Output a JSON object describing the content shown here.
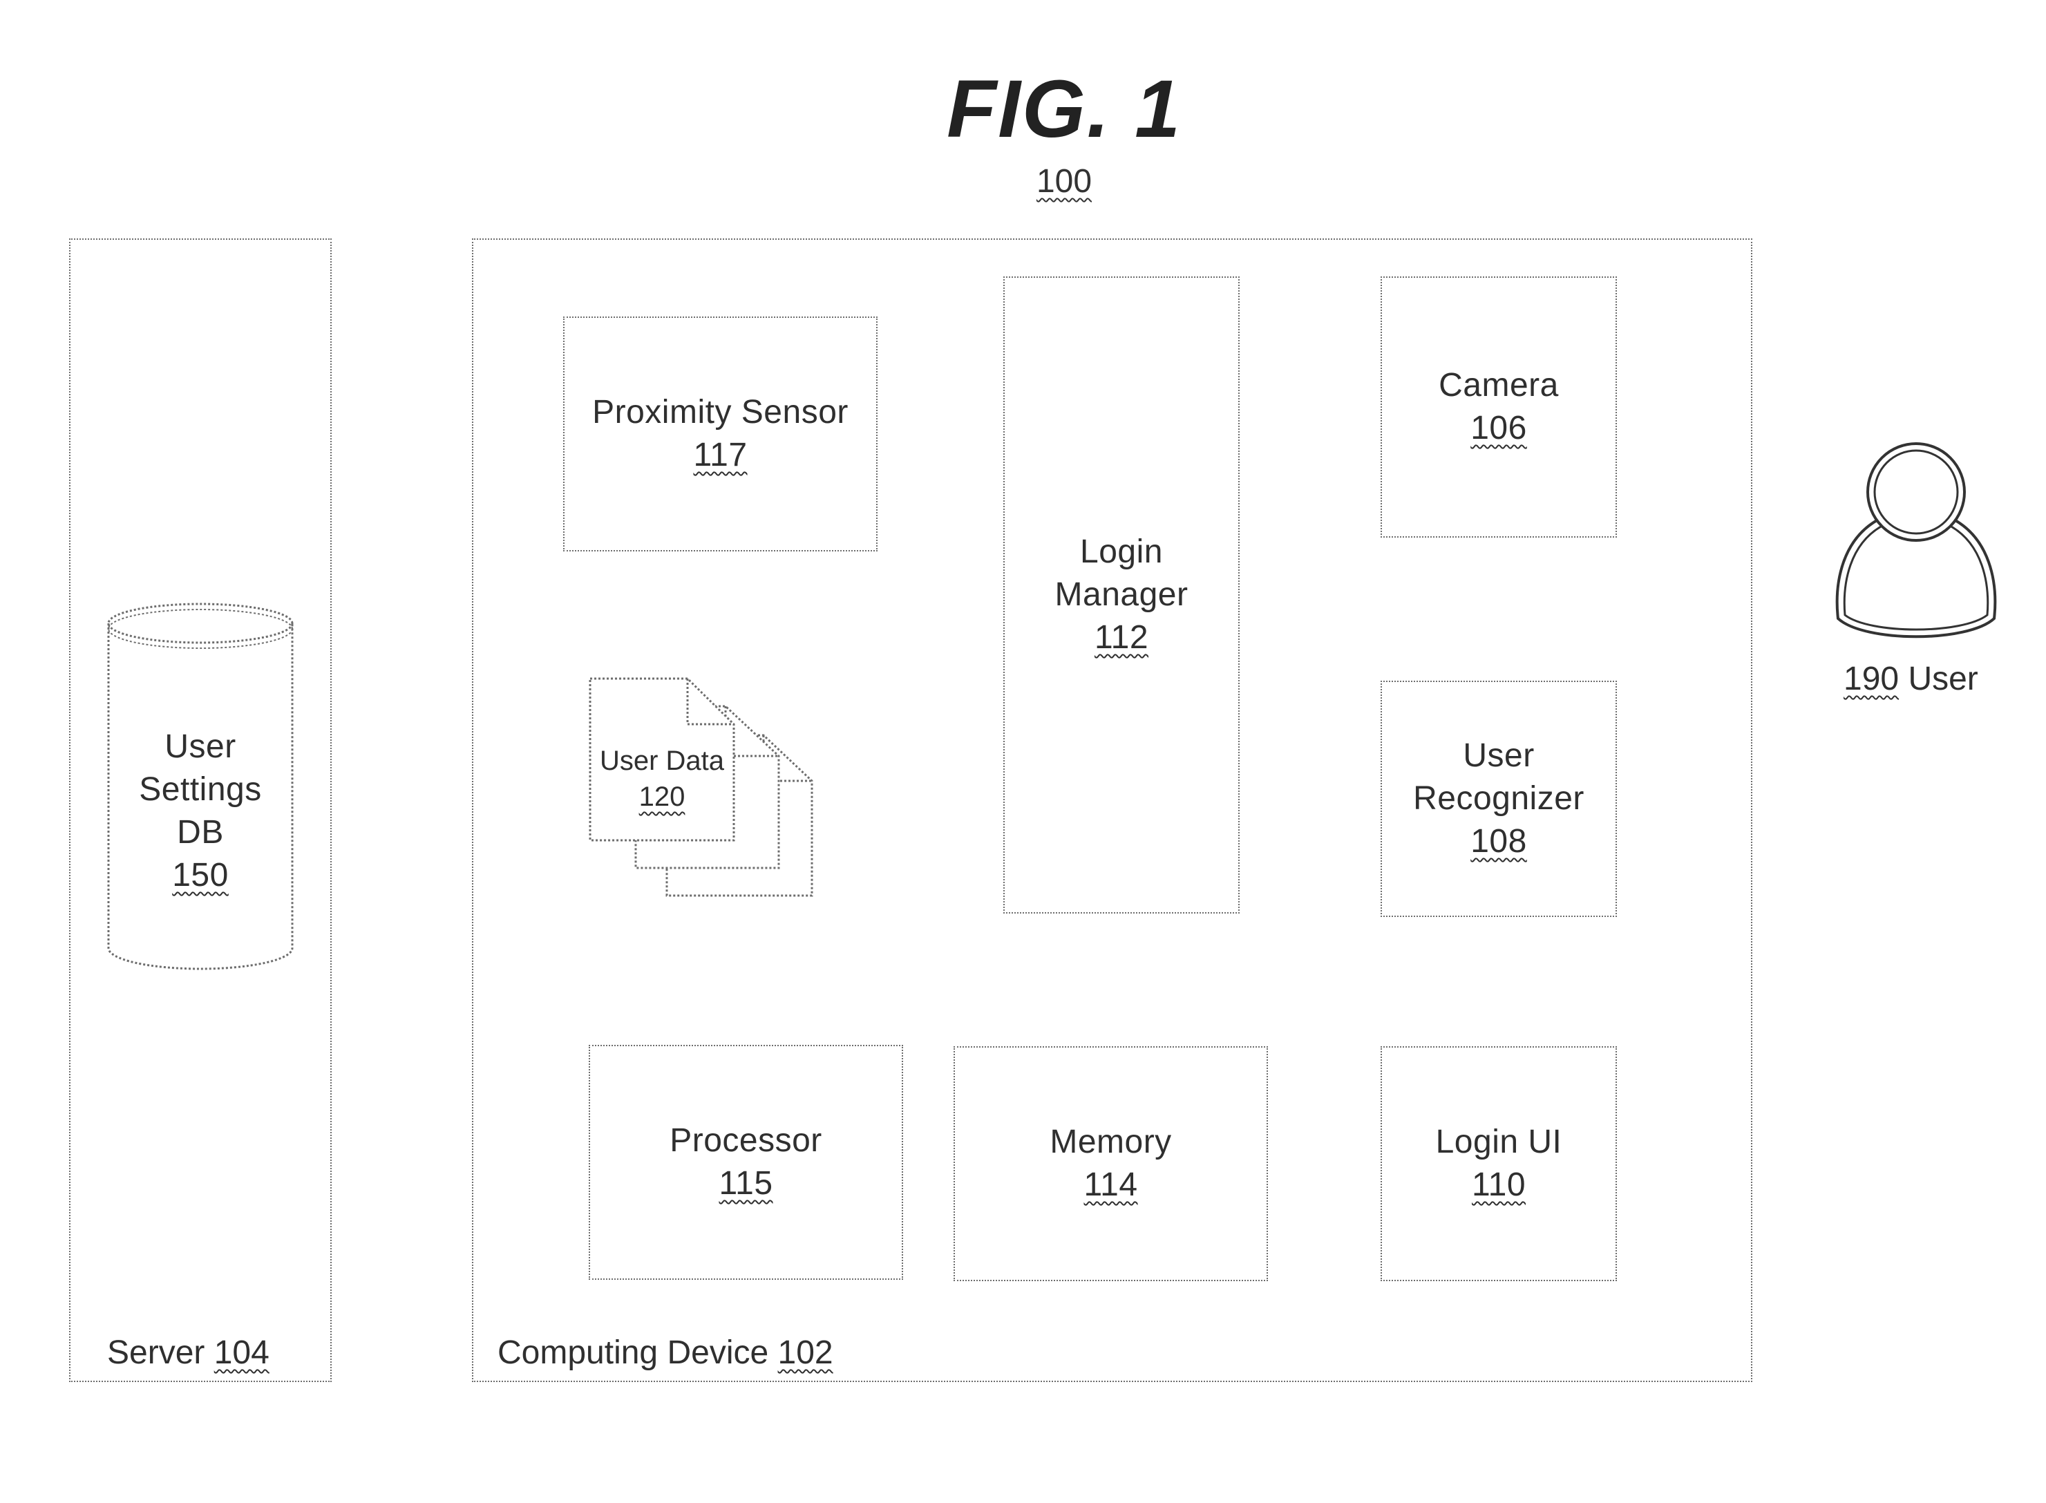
{
  "figure": {
    "title": "FIG. 1",
    "number": "100"
  },
  "server": {
    "label": "Server",
    "ref": "104",
    "db": {
      "lines": [
        "User",
        "Settings",
        "DB"
      ],
      "ref": "150"
    }
  },
  "computing_device": {
    "label": "Computing Device",
    "ref": "102"
  },
  "components": {
    "proximity_sensor": {
      "label": "Proximity Sensor",
      "ref": "117"
    },
    "login_manager": {
      "lines": [
        "Login",
        "Manager"
      ],
      "ref": "112"
    },
    "camera": {
      "label": "Camera",
      "ref": "106"
    },
    "user_data": {
      "label": "User Data",
      "ref": "120"
    },
    "user_recognizer": {
      "lines": [
        "User",
        "Recognizer"
      ],
      "ref": "108"
    },
    "processor": {
      "label": "Processor",
      "ref": "115"
    },
    "memory": {
      "label": "Memory",
      "ref": "114"
    },
    "login_ui": {
      "label": "Login UI",
      "ref": "110"
    }
  },
  "user": {
    "ref": "190",
    "label": "User",
    "icon": "person-icon"
  }
}
